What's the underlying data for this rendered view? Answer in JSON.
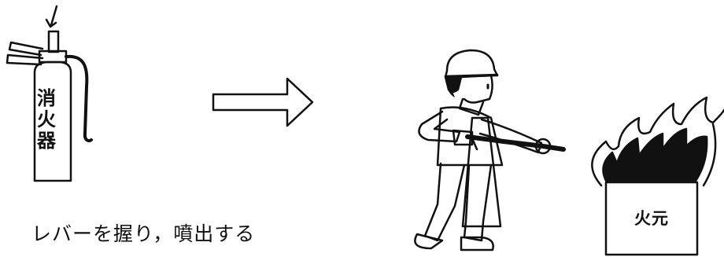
{
  "extinguisher": {
    "label_chars": [
      "消",
      "火",
      "器"
    ]
  },
  "fire": {
    "label": "火元"
  },
  "caption": "レバーを握り，噴出する"
}
